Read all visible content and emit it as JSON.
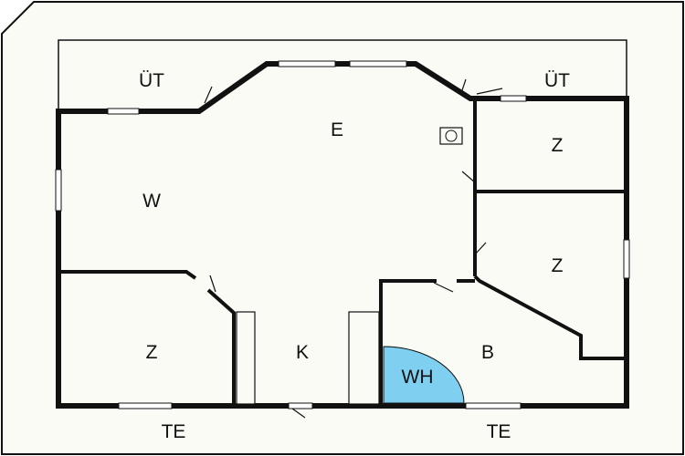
{
  "floorplan": {
    "labels": {
      "balcony_left": "ÜT",
      "balcony_right": "ÜT",
      "living_room": "W",
      "dining": "E",
      "bedroom_top_right": "Z",
      "bedroom_mid_right": "Z",
      "bedroom_bottom_left": "Z",
      "kitchen": "K",
      "bathroom": "B",
      "utility": "WH",
      "terrace_left": "TE",
      "terrace_right": "TE"
    },
    "colors": {
      "background": "#ffffff",
      "floor": "#fbfbf6",
      "wall": "#111111",
      "utility_fill": "#7fd0f0",
      "window": "#ffffff"
    }
  }
}
